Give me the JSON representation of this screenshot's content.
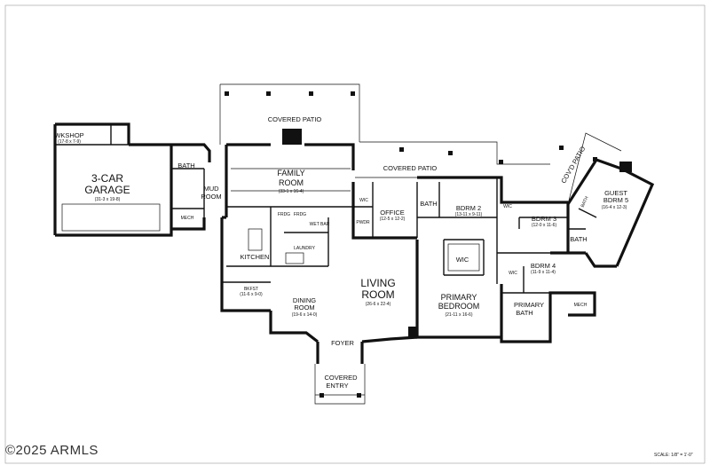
{
  "rooms": {
    "covered_patio_top": "COVERED PATIO",
    "covered_patio_mid": "COVERED PATIO",
    "covd_patio": "COV'D PATIO",
    "wkshop": "WKSHOP",
    "wkshop_dim": "(17-8 x 7-9)",
    "garage_line1": "3-CAR",
    "garage_line2": "GARAGE",
    "garage_dim": "(31-3 x 19-8)",
    "bath_garage": "BATH",
    "mud_room_line1": "MUD",
    "mud_room_line2": "ROOM",
    "mech_left": "MECH",
    "family_line1": "FAMILY",
    "family_line2": "ROOM",
    "family_dim": "(33-1 x 16-4)",
    "wet_bar": "WET BAR",
    "laundry": "LAUNDRY",
    "kitchen": "KITCHEN",
    "bkfst": "BKFST",
    "bkfst_dim": "(11-6 x 9-0)",
    "dining_line1": "DINING",
    "dining_line2": "ROOM",
    "dining_dim": "(19-6 x 14-0)",
    "living_line1": "LIVING",
    "living_line2": "ROOM",
    "living_dim": "(26-6 x 22-4)",
    "foyer": "FOYER",
    "covered_entry_line1": "COVERED",
    "covered_entry_line2": "ENTRY",
    "pwdr": "PWDR",
    "wic_office": "WIC",
    "office": "OFFICE",
    "office_dim": "(12-5 x 12-2)",
    "bath_mid": "BATH",
    "bdrm2": "BDRM 2",
    "bdrm2_dim": "(13-11 x 9-11)",
    "wic_bdrm2": "WIC",
    "bdrm3": "BDRM 3",
    "bdrm3_dim": "(12-0 x 11-6)",
    "bath_right": "BATH",
    "bdrm4": "BDRM 4",
    "bdrm4_dim": "(11-9 x 11-4)",
    "wic_bdrm4": "WIC",
    "wic_primary": "WIC",
    "primary_line1": "PRIMARY",
    "primary_line2": "BEDROOM",
    "primary_dim": "(21-11 x 16-6)",
    "primary_bath_line1": "PRIMARY",
    "primary_bath_line2": "BATH",
    "mech_right": "MECH",
    "guest_line1": "GUEST",
    "guest_line2": "BDRM 5",
    "guest_dim": "(16-4 x 12-3)",
    "bath_guest": "BATH",
    "frdg_1": "FRDG",
    "frdg_2": "FRDG"
  },
  "footer": {
    "copyright": "©2025 ARMLS",
    "scale": "SCALE: 1/8\" = 1'-0\""
  }
}
